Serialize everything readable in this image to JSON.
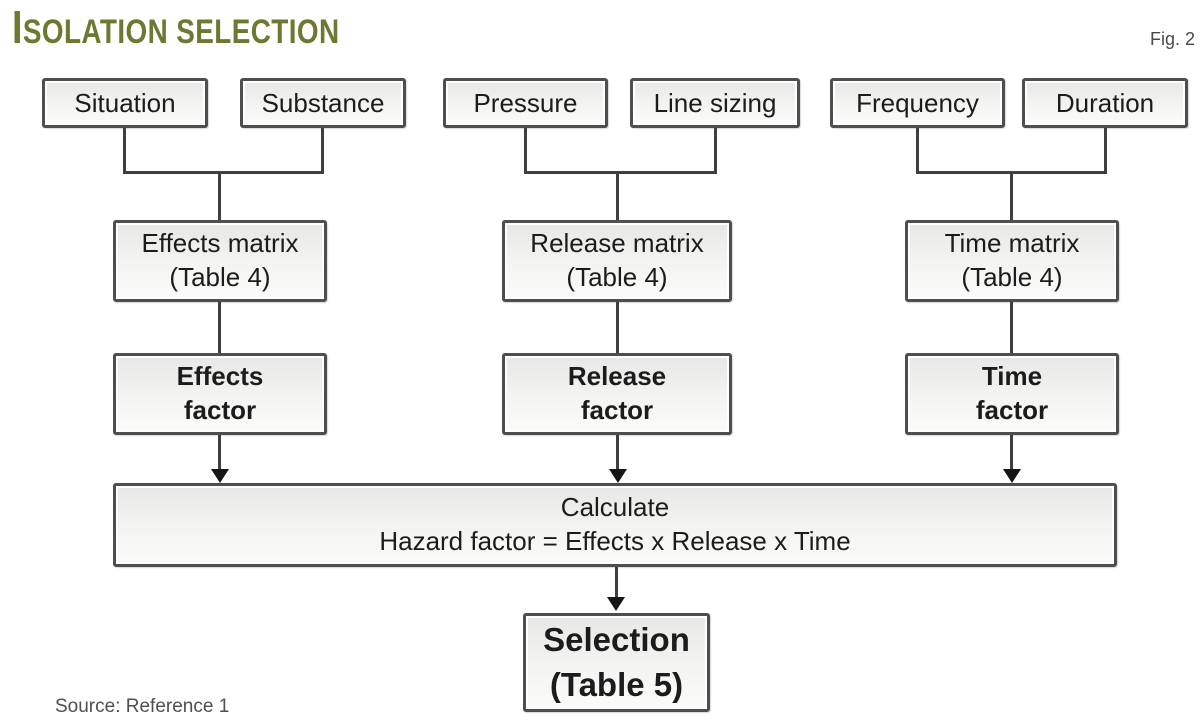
{
  "header": {
    "title_initial": "I",
    "title_rest": "SOLATION SELECTION",
    "figure_label": "Fig. 2"
  },
  "columns": [
    {
      "inputs": [
        "Situation",
        "Substance"
      ],
      "matrix_line1": "Effects matrix",
      "matrix_line2": "(Table 4)",
      "factor_line1": "Effects",
      "factor_line2": "factor"
    },
    {
      "inputs": [
        "Pressure",
        "Line sizing"
      ],
      "matrix_line1": "Release matrix",
      "matrix_line2": "(Table 4)",
      "factor_line1": "Release",
      "factor_line2": "factor"
    },
    {
      "inputs": [
        "Frequency",
        "Duration"
      ],
      "matrix_line1": "Time matrix",
      "matrix_line2": "(Table 4)",
      "factor_line1": "Time",
      "factor_line2": "factor"
    }
  ],
  "calculate": {
    "line1": "Calculate",
    "line2": "Hazard factor = Effects x Release x Time"
  },
  "selection": {
    "line1": "Selection",
    "line2": "(Table 5)"
  },
  "footer": {
    "source": "Source: Reference 1"
  },
  "colors": {
    "title": "#6d7930",
    "box_border": "#4e4e4e",
    "connector": "#3f3f3f",
    "text": "#1c1c1c"
  }
}
